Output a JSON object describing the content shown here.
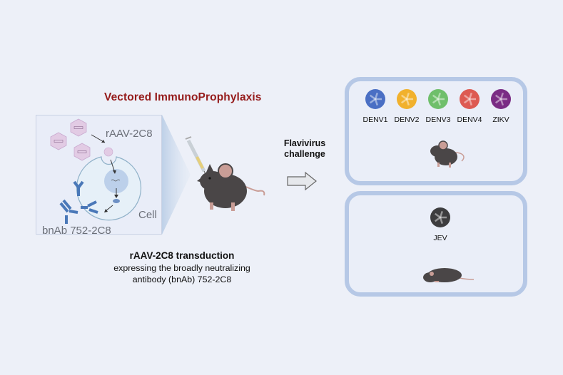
{
  "title": "Vectored ImmunoProphylaxis",
  "inset": {
    "vector_label": "rAAV-2C8",
    "cell_label": "Cell",
    "antibody_label": "bnAb 752-2C8"
  },
  "caption": {
    "heading": "rAAV-2C8 transduction",
    "line1": "expressing the broadly neutralizing",
    "line2": "antibody (bnAb) 752-2C8"
  },
  "challenge": {
    "line1": "Flavivirus",
    "line2": "challenge"
  },
  "protected_panel": {
    "viruses": [
      {
        "name": "DENV1",
        "color": "#4a6fc4"
      },
      {
        "name": "DENV2",
        "color": "#f1b12d"
      },
      {
        "name": "DENV3",
        "color": "#6fbf6b"
      },
      {
        "name": "DENV4",
        "color": "#dd5a52"
      },
      {
        "name": "ZIKV",
        "color": "#7a2c84"
      }
    ],
    "mouse_state": "standing"
  },
  "unprotected_panel": {
    "viruses": [
      {
        "name": "JEV",
        "color": "#3d3d3f"
      }
    ],
    "mouse_state": "lying"
  },
  "colors": {
    "title": "#951b1b",
    "panel_border": "#b6c8e6",
    "background": "#edf0f8",
    "antibody": "#4a78b8",
    "capsid": "#e2cbe4"
  }
}
